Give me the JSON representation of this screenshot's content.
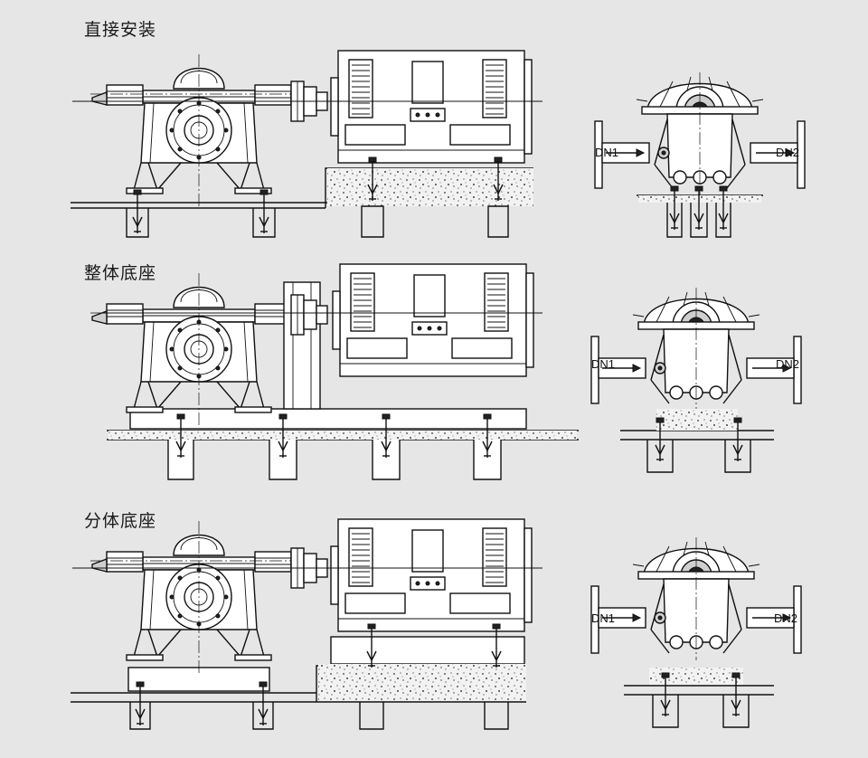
{
  "sections": [
    {
      "title": "直接安装",
      "dn_left": "DN1",
      "dn_right": "DN2"
    },
    {
      "title": "整体底座",
      "dn_left": "DN1",
      "dn_right": "DN2"
    },
    {
      "title": "分体底座",
      "dn_left": "DN1",
      "dn_right": "DN2"
    }
  ]
}
